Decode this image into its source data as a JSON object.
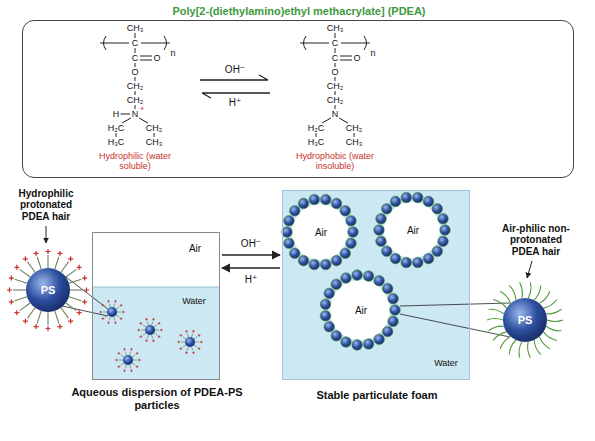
{
  "diagram": {
    "nodes": [
      {
        "text": [
          "Poly[2-(diethylamino)ethyl methacrylate] (PDEA)"
        ]
      },
      {
        "text": [
          "PS"
        ]
      },
      {
        "text": [
          "Air",
          "Water",
          "Aqueous dispersion of PDEA-PS particles"
        ]
      },
      {
        "text": [
          "Water",
          "Stable particulate foam"
        ]
      },
      {
        "text": [
          "Air"
        ],
        "in": 3
      },
      {
        "text": [
          "Air"
        ],
        "in": 3
      },
      {
        "text": [
          "Air"
        ],
        "in": 3
      },
      {
        "text": [
          "PS"
        ]
      }
    ],
    "edges": [
      {
        "from": 2,
        "to": 3,
        "arrow": "to",
        "label": "OH⁻"
      },
      {
        "from": 3,
        "to": 2,
        "arrow": "to",
        "label": "H⁺"
      }
    ],
    "labels": [
      "CH₃",
      "C",
      "n",
      "C",
      "O",
      "O",
      "CH₂",
      "CH₂",
      "H",
      "N",
      "+",
      "H₂C",
      "CH₂",
      "H₃C",
      "CH₃",
      "Hydrophilic (water soluble)",
      "OH⁻",
      "H⁺",
      "CH₃",
      "C",
      "n",
      "C",
      "O",
      "O",
      "CH₂",
      "CH₂",
      "N",
      "H₂C",
      "CH₂",
      "H₃C",
      "CH₃",
      "Hydrophobic (water insoluble)",
      "Hydrophilic protonated PDEA hair",
      "Air-philic non-protonated PDEA hair"
    ]
  }
}
